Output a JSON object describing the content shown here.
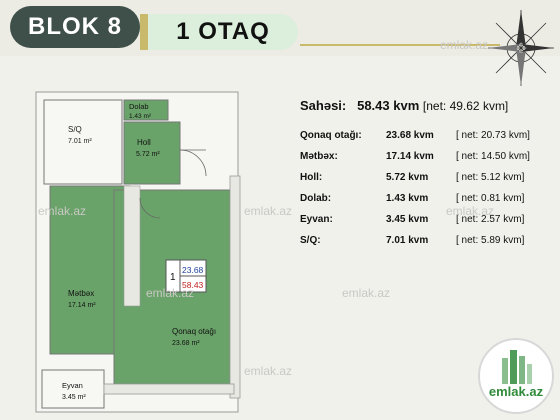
{
  "header": {
    "blok": "BLOK 8",
    "otaq": "1 OTAQ"
  },
  "colors": {
    "pill_dark": "#3f4f49",
    "pill_light": "#dcefdc",
    "room_green": "#6aa36a",
    "accent_gold": "#c9b96a"
  },
  "plan": {
    "rooms": {
      "sq": {
        "label": "S/Q",
        "area": "7.01 m²"
      },
      "dolab": {
        "label": "Dolab",
        "area": "1.43 m²"
      },
      "holl": {
        "label": "Holl",
        "area": "5.72 m²"
      },
      "metbex": {
        "label": "Mətbəx",
        "area": "17.14 m²"
      },
      "qonaq": {
        "label": "Qonaq otağı",
        "area": "23.68 m²"
      },
      "eyvan": {
        "label": "Eyvan",
        "area": "3.45 m²"
      }
    },
    "unit_box": {
      "number": "1",
      "net": "23.68",
      "total": "58.43"
    }
  },
  "info": {
    "sahesi": {
      "label": "Sahəsi:",
      "value": "58.43 kvm",
      "net": "[net: 49.62 kvm]"
    },
    "rows": [
      {
        "label": "Qonaq otağı:",
        "value": "23.68 kvm",
        "net": "[ net: 20.73 kvm]"
      },
      {
        "label": "Mətbəx:",
        "value": "17.14 kvm",
        "net": "[ net: 14.50 kvm]"
      },
      {
        "label": "Holl:",
        "value": "5.72 kvm",
        "net": "[ net:  5.12 kvm]"
      },
      {
        "label": "Dolab:",
        "value": "1.43 kvm",
        "net": "[ net:  0.81 kvm]"
      },
      {
        "label": "Eyvan:",
        "value": "3.45 kvm",
        "net": "[ net:  2.57 kvm]"
      },
      {
        "label": "S/Q:",
        "value": "7.01 kvm",
        "net": "[ net:  5.89 kvm]"
      }
    ]
  },
  "watermark": "emlak.az",
  "logo": {
    "text": "emlak.az",
    "icon": "building-skyline-icon"
  },
  "compass": {
    "icon": "compass-rose-icon"
  }
}
